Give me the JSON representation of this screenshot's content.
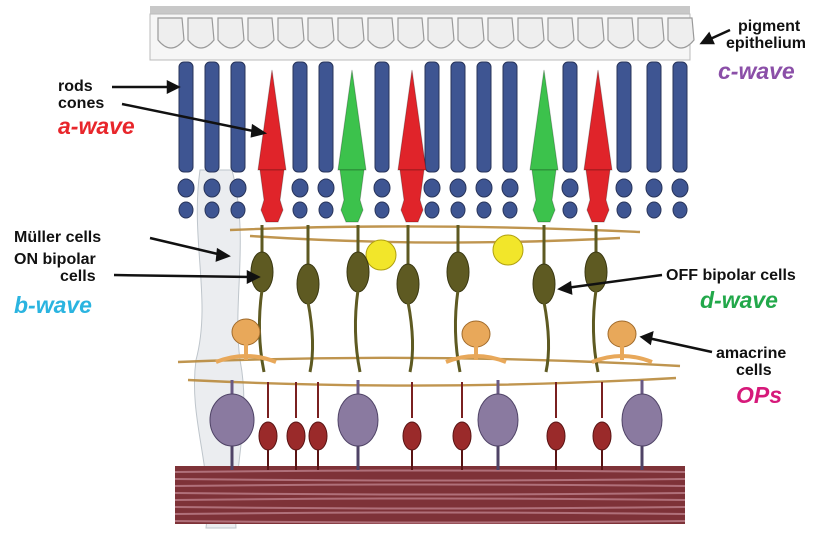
{
  "labels": {
    "rods": "rods",
    "cones": "cones",
    "a_wave": "a-wave",
    "muller": "Müller cells",
    "on_bipolar_1": "ON bipolar",
    "on_bipolar_2": "cells",
    "b_wave": "b-wave",
    "pigment_1": "pigment",
    "pigment_2": "epithelium",
    "c_wave": "c-wave",
    "off_bipolar": "OFF bipolar cells",
    "d_wave": "d-wave",
    "amacrine_1": "amacrine",
    "amacrine_2": "cells",
    "ops": "OPs"
  },
  "colors": {
    "a_wave": "#e8262b",
    "b_wave": "#2ab4e0",
    "c_wave": "#8b4fa8",
    "d_wave": "#22a84a",
    "ops": "#d6197a",
    "rod": "#3e5592",
    "red_cone": "#e0242a",
    "green_cone": "#3cc24c",
    "bipolar": "#5e5a22",
    "horizontal": "#f2e62a",
    "amacrine": "#e8a85a",
    "ganglion": "#8a7aa0",
    "small_ganglion": "#9a2a2a",
    "nerve_fiber": "#8b3a40"
  }
}
